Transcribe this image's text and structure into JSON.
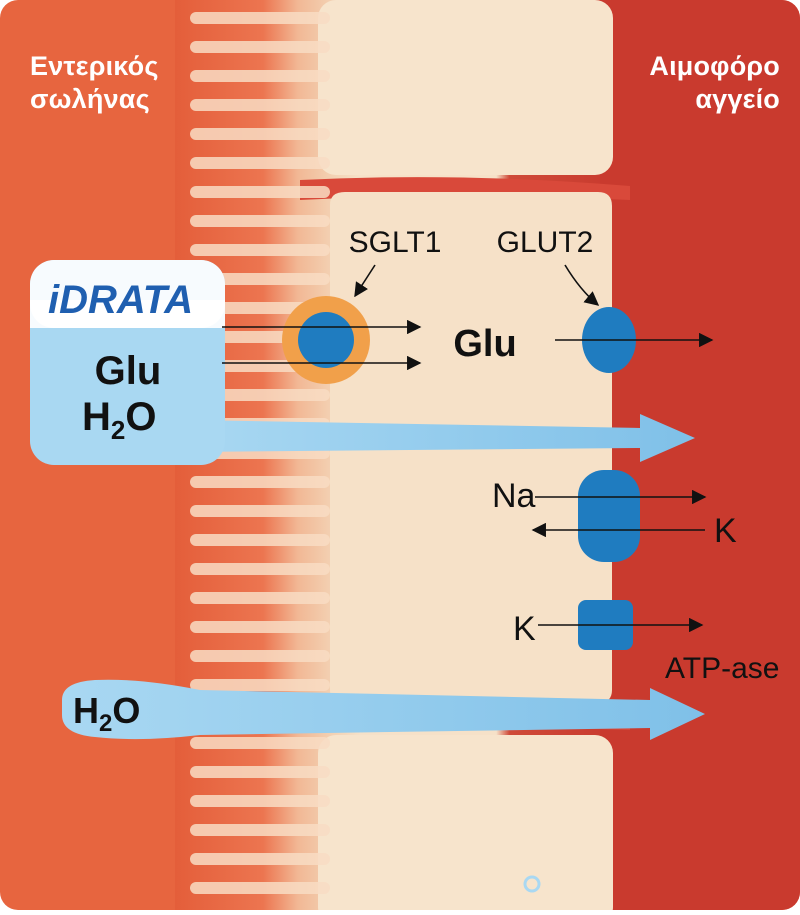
{
  "labels": {
    "intestine": [
      "Εντερικός",
      "σωλήνας"
    ],
    "blood_vessel": [
      "Αιμοφόρο",
      "αγγείο"
    ]
  },
  "product": {
    "brand": "iDRATA",
    "contents_line1": "Glu",
    "contents_line2_main": "H",
    "contents_line2_sub": "2",
    "contents_line2_end": "O"
  },
  "transporters": {
    "sglt1": "SGLT1",
    "glut2": "GLUT2",
    "glu": "Glu",
    "na": "Na",
    "k_out": "K",
    "k_in": "K",
    "atpase": "ATP-ase"
  },
  "water": {
    "main": "H",
    "sub": "2",
    "end": "O"
  },
  "colors": {
    "intestine": "#e7653f",
    "cell": "#f6e1c8",
    "blood": "#c93a2e",
    "transporter": "#1f7cc0",
    "water_flow": "#a9d8f2",
    "sglt_ring": "#f1a04a"
  }
}
